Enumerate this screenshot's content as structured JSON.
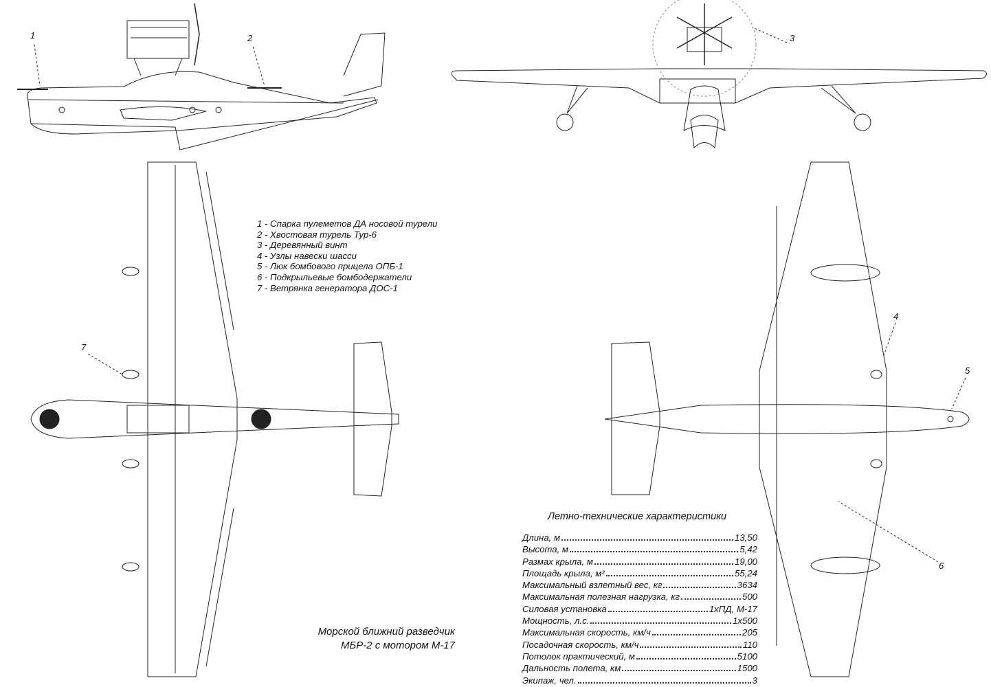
{
  "callouts": [
    "1",
    "2",
    "3",
    "4",
    "5",
    "6",
    "7"
  ],
  "legend": [
    "1 - Спарка пулеметов ДА носовой турели",
    "2 - Хвостовая турель Тур-6",
    "3 - Деревянный винт",
    "4 - Узлы навески шасси",
    "5 - Люк бомбового прицела ОПБ-1",
    "6 - Подкрыльевые бомбодержатели",
    "7 - Ветрянка генератора ДОС-1"
  ],
  "specs": {
    "title": "Летно-технические характеристики",
    "rows": [
      {
        "label": "Длина, м",
        "value": "13,50"
      },
      {
        "label": "Высота, м",
        "value": "5,42"
      },
      {
        "label": "Размах крыла, м",
        "value": "19,00"
      },
      {
        "label": "Площадь крыла, м²",
        "value": "55,24"
      },
      {
        "label": "Максимальный взлетный вес, кг",
        "value": "3634"
      },
      {
        "label": "Максимальная полезная нагрузка, кг",
        "value": "500"
      },
      {
        "label": "Силовая установка",
        "value": "1хПД, М-17"
      },
      {
        "label": "Мощность, л.с.",
        "value": "1х500"
      },
      {
        "label": "Максимальная скорость, км/ч",
        "value": "205"
      },
      {
        "label": "Посадочная скорость, км/ч",
        "value": "110"
      },
      {
        "label": "Потолок практический, м",
        "value": "5100"
      },
      {
        "label": "Дальность полета, км",
        "value": "1500"
      },
      {
        "label": "Экипаж, чел.",
        "value": "3"
      }
    ]
  },
  "caption": {
    "line1": "Морской ближний разведчик",
    "line2": "МБР-2 с мотором М-17"
  }
}
